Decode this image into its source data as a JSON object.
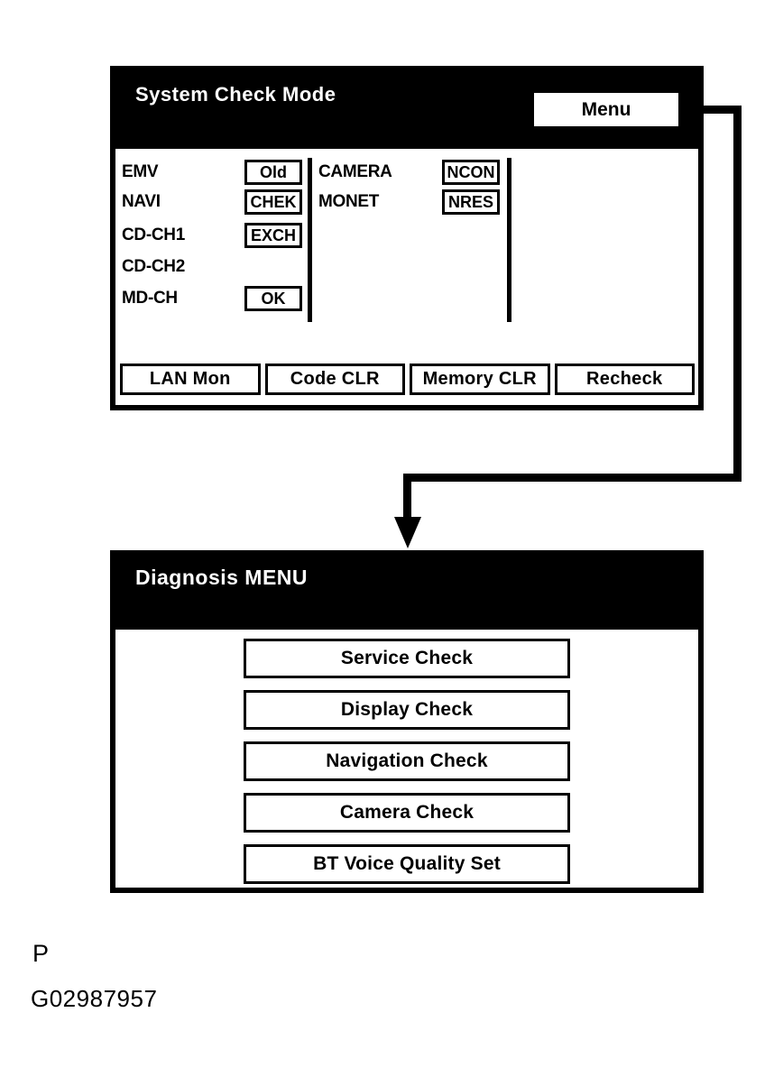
{
  "colors": {
    "ink": "#000000",
    "paper": "#ffffff"
  },
  "screen_system_check": {
    "title": "System Check Mode",
    "menu_button_label": "Menu",
    "column1": [
      {
        "label": "EMV",
        "status": "Old"
      },
      {
        "label": "NAVI",
        "status": "CHEK"
      },
      {
        "label": "CD-CH1",
        "status": "EXCH"
      },
      {
        "label": "CD-CH2"
      },
      {
        "label": "MD-CH",
        "status": "OK"
      }
    ],
    "column2": [
      {
        "label": "CAMERA",
        "status": "NCON"
      },
      {
        "label": "MONET",
        "status": "NRES"
      }
    ],
    "footer_buttons": [
      {
        "label": "LAN Mon"
      },
      {
        "label": "Code CLR"
      },
      {
        "label": "Memory CLR"
      },
      {
        "label": "Recheck"
      }
    ]
  },
  "screen_diagnosis_menu": {
    "title": "Diagnosis MENU",
    "menu_buttons": [
      {
        "label": "Service Check"
      },
      {
        "label": "Display Check"
      },
      {
        "label": "Navigation Check"
      },
      {
        "label": "Camera Check"
      },
      {
        "label": "BT Voice Quality Set"
      }
    ]
  },
  "caption": {
    "page_letter": "P",
    "figure_id": "G02987957"
  }
}
